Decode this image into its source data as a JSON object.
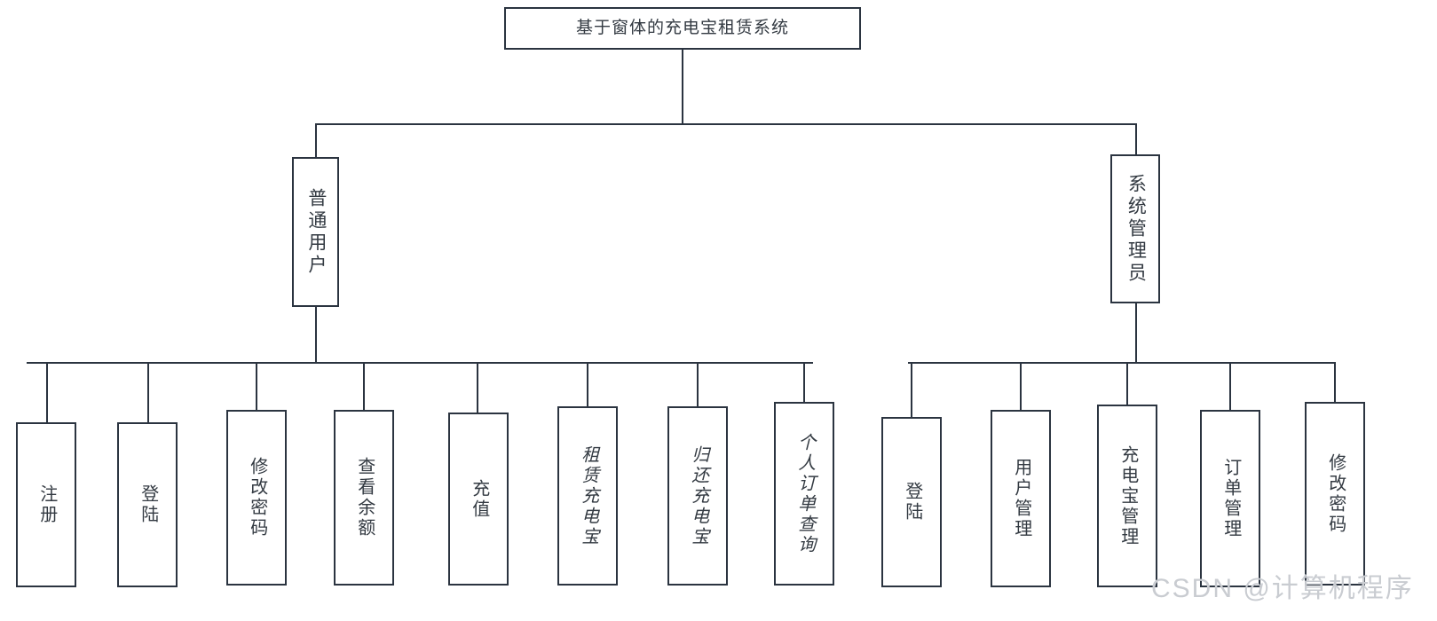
{
  "diagram": {
    "title": "基于窗体的充电宝租赁系统",
    "root": {
      "label": "基于窗体的充电宝租赁系统"
    },
    "branches": [
      {
        "id": "regular-user",
        "label": "普通用户"
      },
      {
        "id": "system-admin",
        "label": "系统管理员"
      }
    ],
    "user_functions": [
      {
        "id": "register",
        "label": "注册",
        "italic": false
      },
      {
        "id": "login",
        "label": "登陆",
        "italic": false
      },
      {
        "id": "change-password",
        "label": "修改密码",
        "italic": false
      },
      {
        "id": "view-balance",
        "label": "查看余额",
        "italic": false
      },
      {
        "id": "top-up",
        "label": "充值",
        "italic": false
      },
      {
        "id": "rent-powerbank",
        "label": "租赁充电宝",
        "italic": true
      },
      {
        "id": "return-powerbank",
        "label": "归还充电宝",
        "italic": true
      },
      {
        "id": "personal-orders",
        "label": "个人订单查询",
        "italic": true
      }
    ],
    "admin_functions": [
      {
        "id": "admin-login",
        "label": "登陆",
        "italic": false
      },
      {
        "id": "user-management",
        "label": "用户管理",
        "italic": false
      },
      {
        "id": "powerbank-management",
        "label": "充电宝管理",
        "italic": false
      },
      {
        "id": "order-management",
        "label": "订单管理",
        "italic": false
      },
      {
        "id": "admin-change-password",
        "label": "修改密码",
        "italic": false
      }
    ],
    "watermark": "CSDN @计算机程序",
    "colors": {
      "border": "#2b3440",
      "text": "#333a42",
      "background": "#ffffff",
      "watermark": "#c9ccd1"
    }
  }
}
